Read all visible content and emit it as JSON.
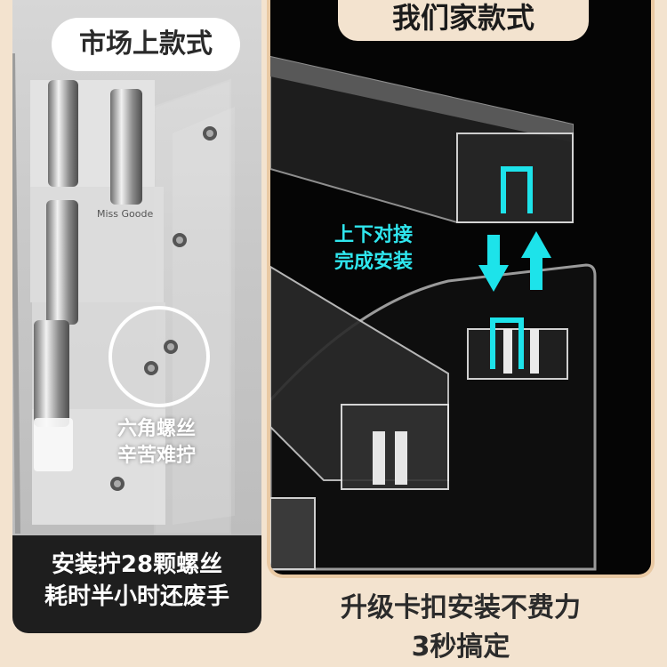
{
  "left_panel": {
    "title": "市场上款式",
    "callout_line1": "六角螺丝",
    "callout_line2": "辛苦难拧",
    "caption_line1": "安装拧28颗螺丝",
    "caption_line2": "耗时半小时还废手",
    "product_label_brand": "Miss Goode"
  },
  "right_panel": {
    "title": "我们家款式",
    "annotation_line1": "上下对接",
    "annotation_line2": "完成安装"
  },
  "footer": {
    "line1": "升级卡扣安装不费力",
    "line2": "3秒搞定"
  },
  "colors": {
    "background": "#f3e3cf",
    "accent_cyan": "#2fe6ee",
    "dark_panel": "#050505",
    "border_tan": "#e9c9a3"
  }
}
